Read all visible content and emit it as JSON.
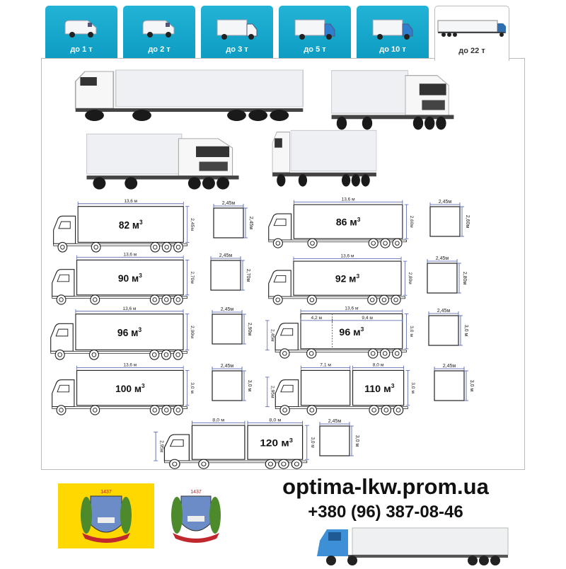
{
  "tabs": [
    {
      "label": "до 1 т",
      "icon": "van-icon",
      "active": false
    },
    {
      "label": "до 2 т",
      "icon": "van-icon",
      "active": false
    },
    {
      "label": "до 3 т",
      "icon": "box-truck-icon",
      "active": false
    },
    {
      "label": "до 5 т",
      "icon": "box-truck-icon",
      "active": false
    },
    {
      "label": "до 10 т",
      "icon": "box-truck-icon",
      "active": false
    },
    {
      "label": "до 22 т",
      "icon": "semi-truck-icon",
      "active": true
    }
  ],
  "colors": {
    "tab": "#13a5cb",
    "flag": "#ffd800",
    "truck_blue": "#3d8fd6",
    "dim": "#4a5aa8"
  },
  "diagrams": [
    {
      "type": "single",
      "length": "13,6 м",
      "height": "2,45м",
      "width": "2,45м",
      "volume": "82 м",
      "sup": "3"
    },
    {
      "type": "single",
      "length": "13,6 м",
      "height": "2,60м",
      "width": "2,45м",
      "volume": "86 м",
      "sup": "3"
    },
    {
      "type": "single",
      "length": "13,6 м",
      "height": "2,70м",
      "width": "2,45м",
      "volume": "90 м",
      "sup": "3"
    },
    {
      "type": "single",
      "length": "13,6 м",
      "height": "2,80м",
      "width": "2,45м",
      "volume": "92 м",
      "sup": "3"
    },
    {
      "type": "single",
      "length": "13,6 м",
      "height": "2,90м",
      "width": "2,45м",
      "volume": "96 м",
      "sup": "3"
    },
    {
      "type": "split",
      "length": "13,6 м",
      "part1": "4,2 м",
      "part2": "9,4 м",
      "left_height": "2,45м",
      "height": "3,0 м",
      "width": "2,45м",
      "volume": "96 м",
      "sup": "3"
    },
    {
      "type": "single",
      "length": "13,6 м",
      "height": "3,0 м",
      "width": "2,45м",
      "volume": "100 м",
      "sup": "3"
    },
    {
      "type": "double",
      "part1": "7,1 м",
      "part2": "8,0 м",
      "left_height": "2,95м",
      "height": "3,0 м",
      "width": "2,45м",
      "volume": "110 м",
      "sup": "3"
    },
    {
      "type": "double",
      "part1": "8,0 м",
      "part2": "8,0 м",
      "left_height": "2,95м",
      "height": "3,0 м",
      "width": "2,45м",
      "volume": "120 м",
      "sup": "3"
    }
  ],
  "footer": {
    "emblem_text": "1437",
    "website": "optima-lkw.prom.ua",
    "phone": "+380 (96) 387-08-46"
  }
}
